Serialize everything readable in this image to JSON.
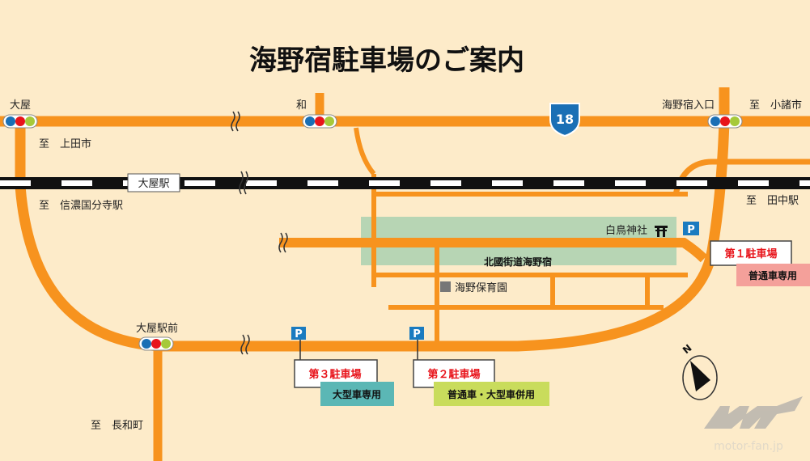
{
  "title": "海野宿駐車場のご案内",
  "colors": {
    "background": "#fdebc9",
    "road": "#f7931e",
    "area": "#b7d5b4",
    "parking": "#1a7bc0",
    "route_shield": "#1a6fb5"
  },
  "labels": {
    "ooya": "大屋",
    "to_ueda": "至　上田市",
    "wa": "和",
    "route_number": "18",
    "unnojuku_iriguchi": "海野宿入口",
    "to_komoro": "至　小諸市",
    "ooya_station": "大屋駅",
    "to_shinano_kokubunji": "至　信濃国分寺駅",
    "to_tanaka": "至　田中駅",
    "shiratori_shrine": "白鳥神社",
    "hokkoku_kaido": "北國街道海野宿",
    "nursery": "海野保育園",
    "ooya_ekimae": "大屋駅前",
    "to_nagato": "至　長和町",
    "north": "N",
    "watermark": "motor-fan.jp"
  },
  "parking": [
    {
      "name": "第１駐車場",
      "type": "普通車専用",
      "type_color": "#f4a09a"
    },
    {
      "name": "第２駐車場",
      "type": "普通車・大型車併用",
      "type_color": "#c9dc5c"
    },
    {
      "name": "第３駐車場",
      "type": "大型車専用",
      "type_color": "#5bb7b5"
    }
  ],
  "parking_symbol": "P"
}
